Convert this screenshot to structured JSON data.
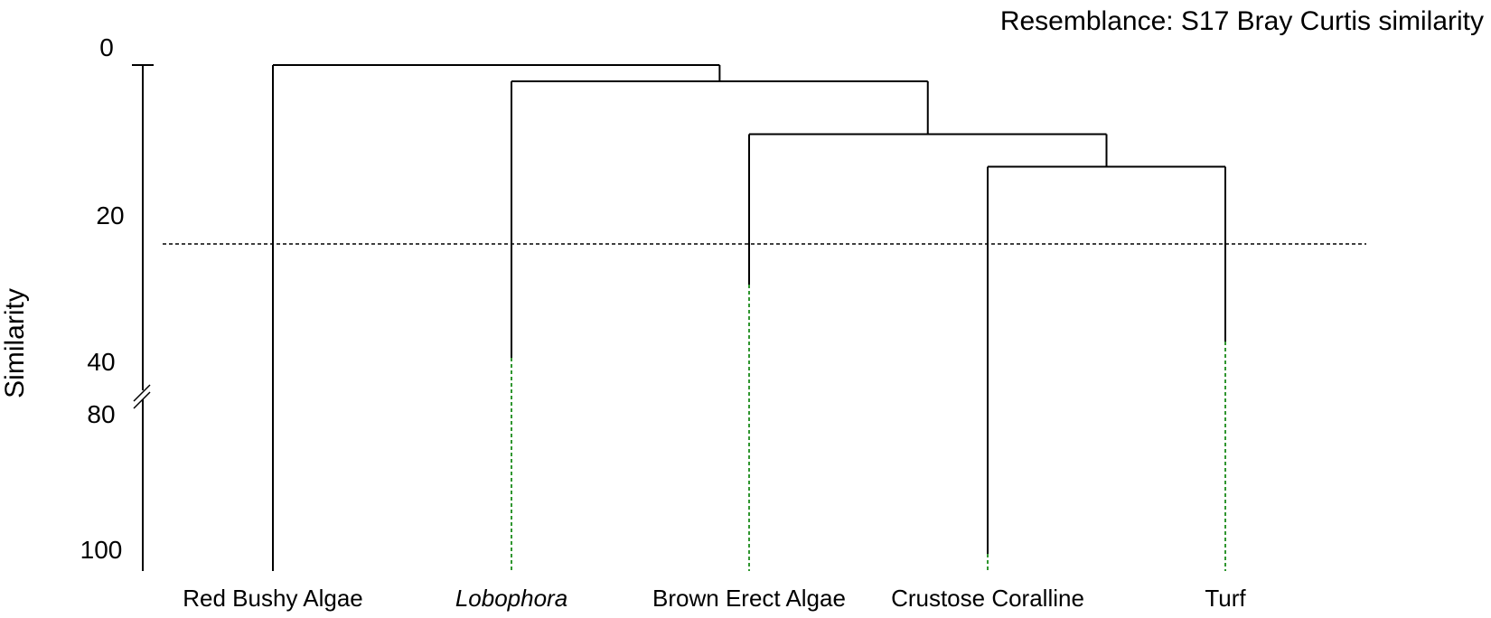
{
  "chart_data": {
    "type": "dendrogram",
    "subtitle": "Resemblance: S17 Bray Curtis similarity",
    "ylabel": "Similarity",
    "yticks": [
      {
        "value": 0,
        "label": "0"
      },
      {
        "value": 20,
        "label": "20"
      },
      {
        "value": 40,
        "label": "40"
      },
      {
        "value": 80,
        "label": "80"
      },
      {
        "value": 100,
        "label": "100"
      }
    ],
    "axis_break": {
      "from": 40,
      "to": 80
    },
    "cut_line": {
      "value": 22,
      "style": "dashed"
    },
    "leaves": [
      {
        "label": "Red Bushy Algae",
        "italic": false,
        "solid_to": 100,
        "dashed_to": null
      },
      {
        "label": "Lobophora",
        "italic": true,
        "solid_to": 36,
        "dashed_to": 100
      },
      {
        "label": "Brown Erect Algae",
        "italic": false,
        "solid_to": 27,
        "dashed_to": 100
      },
      {
        "label": "Crustose Coralline",
        "italic": false,
        "solid_to": 98,
        "dashed_to": 100
      },
      {
        "label": "Turf",
        "italic": false,
        "solid_to": 34,
        "dashed_to": 100
      }
    ],
    "merges": [
      {
        "left": "Crustose Coralline",
        "right": "Turf",
        "similarity": 12.5
      },
      {
        "left": "Brown Erect Algae",
        "right": "Crustose Coralline + Turf",
        "similarity": 8.5
      },
      {
        "left": "Lobophora",
        "right": "Brown Erect Algae + Crustose Coralline + Turf",
        "similarity": 2
      },
      {
        "left": "Red Bushy Algae",
        "right": "Lobophora + Brown Erect Algae + Crustose Coralline + Turf",
        "similarity": 0
      }
    ],
    "colors": {
      "branch": "#000000",
      "dashed_leaf": "#1a8a1a",
      "cut_line": "#000000"
    }
  }
}
